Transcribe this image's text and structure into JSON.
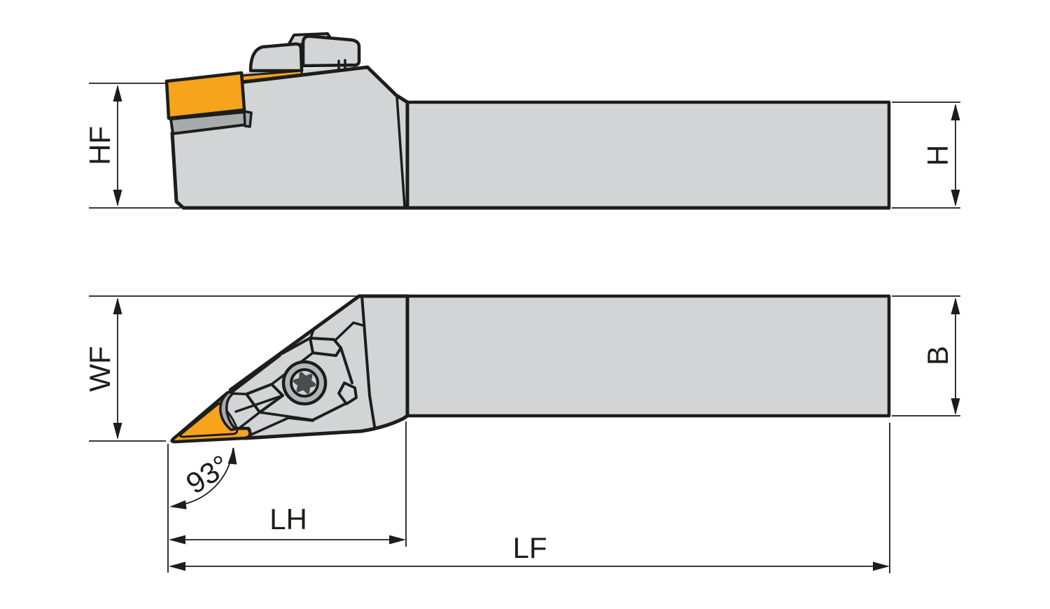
{
  "drawing": {
    "labels": {
      "hf": "HF",
      "h": "H",
      "wf": "WF",
      "b": "B",
      "lh": "LH",
      "lf": "LF",
      "angle": "93°"
    },
    "colors": {
      "background": "#ffffff",
      "body": "#d2d4d6",
      "shade": "#a8abad",
      "insert": "#f6a41c",
      "outline": "#1d1d1b",
      "screw_ring": "#b3b6b8",
      "screw_face": "#ced1d3",
      "star": "#4a4c4e",
      "dim_line": "#1d1d1b"
    }
  }
}
